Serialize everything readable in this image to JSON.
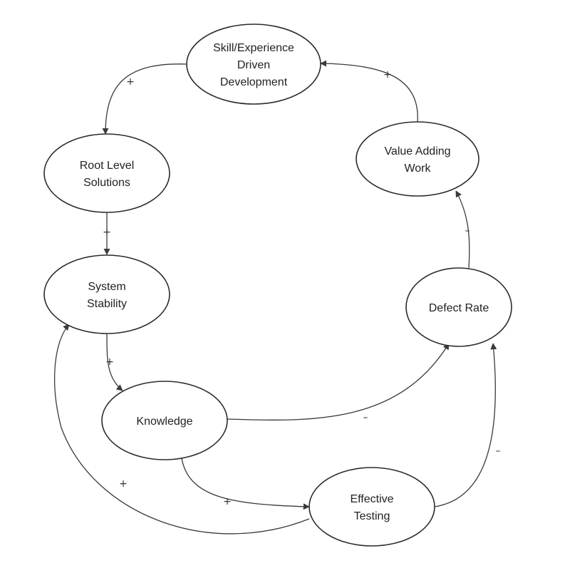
{
  "diagram": {
    "type": "causal-loop",
    "nodes": [
      {
        "id": "skill",
        "lines": [
          "Skill/Experience",
          "Driven",
          "Development"
        ]
      },
      {
        "id": "root",
        "lines": [
          "Root Level",
          "Solutions"
        ]
      },
      {
        "id": "stability",
        "lines": [
          "System",
          "Stability"
        ]
      },
      {
        "id": "knowledge",
        "lines": [
          "Knowledge"
        ]
      },
      {
        "id": "testing",
        "lines": [
          "Effective",
          "Testing"
        ]
      },
      {
        "id": "defect",
        "lines": [
          "Defect Rate"
        ]
      },
      {
        "id": "value",
        "lines": [
          "Value Adding",
          "Work"
        ]
      }
    ],
    "edges": [
      {
        "from": "skill",
        "to": "root",
        "sign": "+"
      },
      {
        "from": "root",
        "to": "stability",
        "sign": "+"
      },
      {
        "from": "stability",
        "to": "knowledge",
        "sign": "+"
      },
      {
        "from": "knowledge",
        "to": "testing",
        "sign": "+"
      },
      {
        "from": "testing",
        "to": "stability",
        "sign": "+"
      },
      {
        "from": "knowledge",
        "to": "defect",
        "sign": "-"
      },
      {
        "from": "testing",
        "to": "defect",
        "sign": "-"
      },
      {
        "from": "defect",
        "to": "value",
        "sign": "-"
      },
      {
        "from": "value",
        "to": "skill",
        "sign": "+"
      }
    ]
  }
}
